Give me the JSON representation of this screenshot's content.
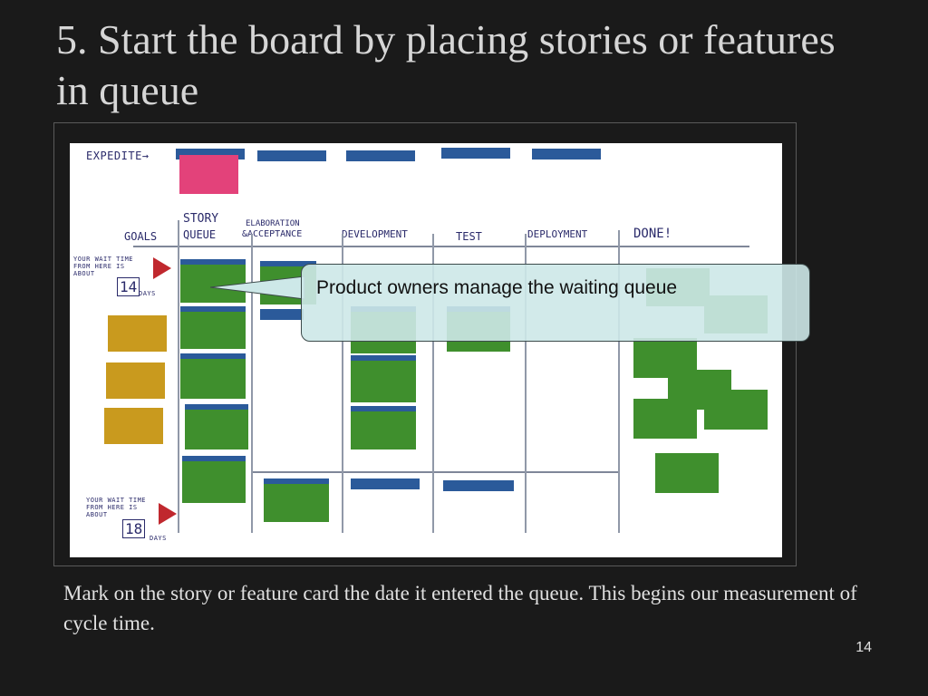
{
  "slide": {
    "title": "5. Start the board by placing stories or features in queue",
    "caption": "Mark on the story or feature card the date it entered the queue.  This begins our measurement of cycle time.",
    "page_number": "14"
  },
  "board": {
    "expedite_label": "EXPEDITE→",
    "columns": [
      "GOALS",
      "STORY QUEUE",
      "ELABORATION & ACCEPTANCE",
      "DEVELOPMENT",
      "TEST",
      "DEPLOYMENT",
      "DONE!"
    ],
    "col_labels": {
      "goals": "GOALS",
      "story": "STORY",
      "queue": "QUEUE",
      "elaboration": "ELABORATION",
      "acceptance": "&ACCEPTANCE",
      "development": "DEVELOPMENT",
      "test": "TEST",
      "deployment": "DEPLOYMENT",
      "done": "DONE!"
    },
    "wait_top": {
      "text": "YOUR WAIT TIME FROM HERE IS ABOUT",
      "days_number": "14",
      "days_unit": "DAYS"
    },
    "wait_bottom": {
      "text": "YOUR WAIT TIME FROM HERE IS ABOUT",
      "days_number": "18",
      "days_unit": "DAYS"
    }
  },
  "callout": {
    "text": "Product owners manage the waiting queue"
  },
  "colors": {
    "background": "#1a1a1a",
    "card_green": "#3f8f2d",
    "card_yellow": "#c99a1e",
    "card_pink": "#e3427a",
    "card_blue": "#2b5a9a",
    "callout_fill": "#cde8e8"
  }
}
